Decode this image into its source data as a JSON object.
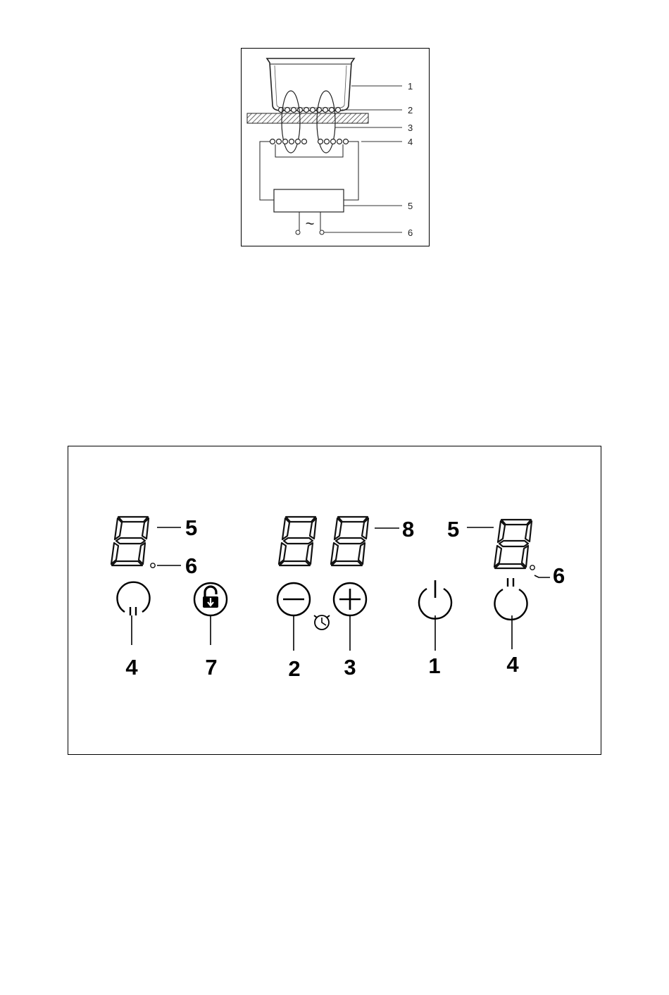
{
  "induction_principle": {
    "callouts": [
      {
        "num": "1"
      },
      {
        "num": "2"
      },
      {
        "num": "3"
      },
      {
        "num": "4"
      },
      {
        "num": "5"
      },
      {
        "num": "6"
      }
    ],
    "ac_symbol": "~"
  },
  "control_panel": {
    "callouts": {
      "left_zone_display": "5",
      "left_zone_dot": "6",
      "timer_display": "8",
      "right_zone_display": "5",
      "right_zone_dot": "6",
      "left_zone_button": "4",
      "lock_button": "7",
      "minus_button": "2",
      "plus_button": "3",
      "power_button": "1",
      "right_zone_button": "4"
    },
    "icons": {
      "zone_left": "zone-select-icon",
      "lock": "padlock-icon",
      "minus": "minus-icon",
      "plus": "plus-icon",
      "timer": "clock-icon",
      "power": "power-icon",
      "zone_right": "zone-select-icon"
    }
  }
}
